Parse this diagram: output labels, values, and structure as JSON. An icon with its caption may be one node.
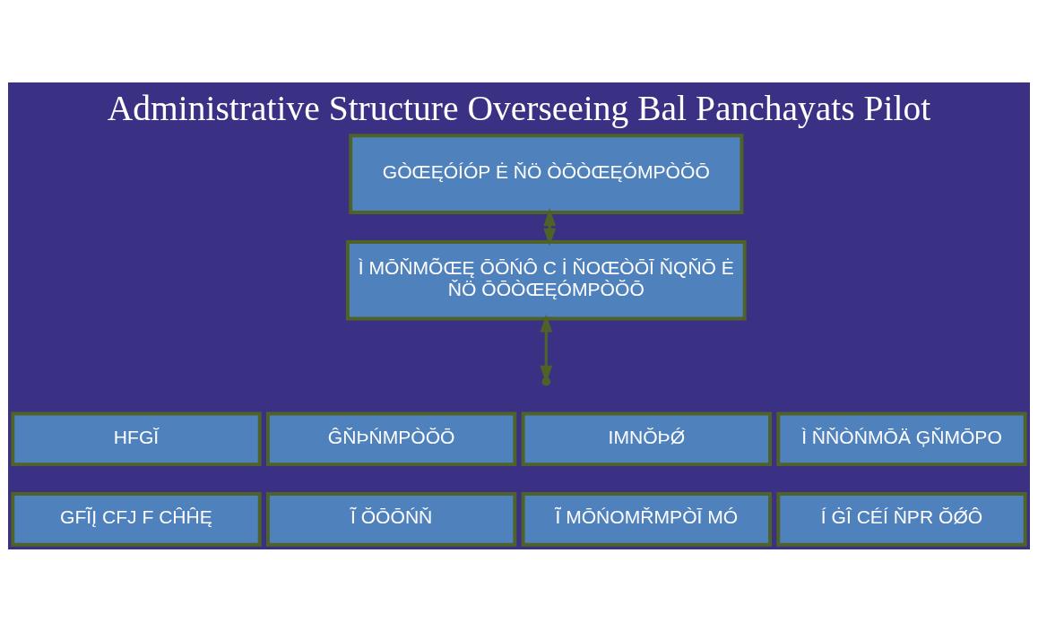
{
  "diagram": {
    "title": "Administrative Structure Overseeing Bal Panchayats Pilot",
    "nodes": [
      {
        "text": [
          "GÒŒĘÓÍÓP Ė ŇÖ ÒŌÒŒĘÓMPÒŎŌ"
        ]
      },
      {
        "text": [
          "Ì MŌŇMÕŒĘ ŌŌŃÔ C İ ŇOŒÒŌĪ ŇQŇŌ Ė ŇÖ ŌŌÒŒĘÓMPÒŎŌ"
        ]
      },
      {
        "text": [
          "HFGĬ"
        ]
      },
      {
        "text": [
          "ĜŇÞŃMPÒŎŌ"
        ]
      },
      {
        "text": [
          "IMNŎÞǾ"
        ]
      },
      {
        "text": [
          "Ì ŇŇÒŃMŌÄ ĢŇMŌPO"
        ]
      },
      {
        "text": [
          "GFĨĮ CFJ F CĤĤĘ"
        ]
      },
      {
        "text": [
          "Ĩ ŎŌŌŃŇ"
        ]
      },
      {
        "text": [
          "Ĩ MŌŃOMŘMPÒĪ MÓ"
        ]
      },
      {
        "text": [
          "Í ĠÎ CÉÍ ŇPR ŎǾÔ"
        ]
      }
    ],
    "edges": [
      {
        "from": 0,
        "to": 1,
        "arrow": "both"
      },
      {
        "from": 1,
        "to": null,
        "arrow": "both"
      }
    ]
  }
}
